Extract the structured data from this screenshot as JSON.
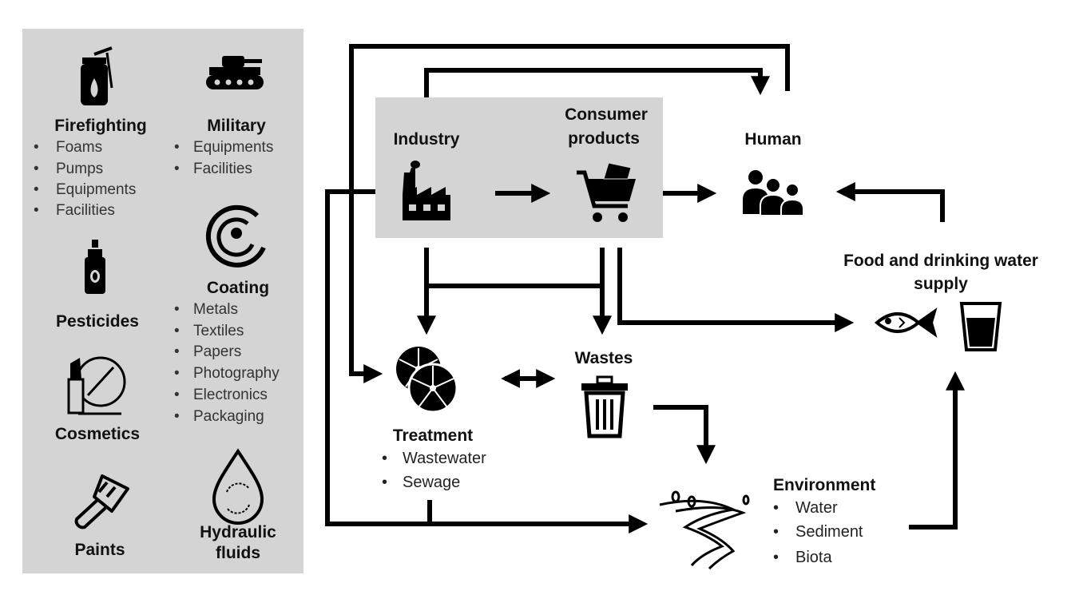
{
  "sources": {
    "firefighting": {
      "title": "Firefighting",
      "items": [
        "Foams",
        "Pumps",
        "Equipments",
        "Facilities"
      ]
    },
    "military": {
      "title": "Military",
      "items": [
        "Equipments",
        "Facilities"
      ]
    },
    "pesticides": {
      "title": "Pesticides"
    },
    "coating": {
      "title": "Coating",
      "items": [
        "Metals",
        "Textiles",
        "Papers",
        "Photography",
        "Electronics",
        "Packaging"
      ]
    },
    "cosmetics": {
      "title": "Cosmetics"
    },
    "paints": {
      "title": "Paints"
    },
    "hydraulic": {
      "title_line1": "Hydraulic",
      "title_line2": "fluids"
    }
  },
  "nodes": {
    "industry": "Industry",
    "consumer_line1": "Consumer",
    "consumer_line2": "products",
    "human": "Human",
    "food_line1": "Food and drinking water",
    "food_line2": "supply",
    "wastes": "Wastes",
    "treatment": {
      "title": "Treatment",
      "items": [
        "Wastewater",
        "Sewage"
      ]
    },
    "environment": {
      "title": "Environment",
      "items": [
        "Water",
        "Sediment",
        "Biota"
      ]
    }
  },
  "bullet": "•",
  "colors": {
    "panel": "#d4d4d4",
    "arrow": "#000000"
  }
}
